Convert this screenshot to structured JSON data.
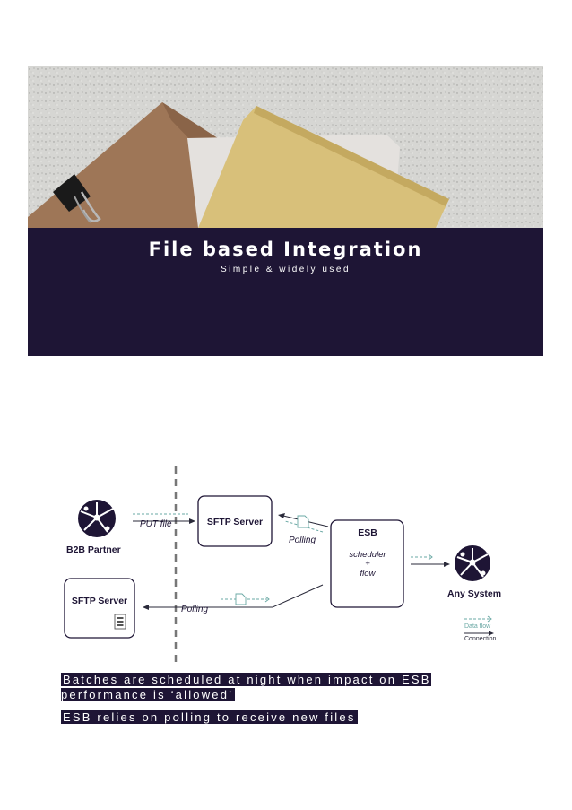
{
  "slide": {
    "title": "File based Integration",
    "subtitle": "Simple & widely used"
  },
  "diagram": {
    "b2b_partner": "B2B Partner",
    "put_file": "PUT file",
    "sftp_server_top": "SFTP Server",
    "polling_top": "Polling",
    "esb": "ESB",
    "esb_detail_1": "scheduler",
    "esb_detail_2": "+",
    "esb_detail_3": "flow",
    "any_system": "Any System",
    "sftp_server_bottom": "SFTP Server",
    "polling_bottom": "Polling",
    "legend_data_flow": "Data flow",
    "legend_connection": "Connection",
    "colors": {
      "data_flow": "#6aa8a4",
      "line": "#2a2a3a"
    }
  },
  "captions": {
    "line1": "Batches are scheduled at night when impact on ESB performance is ‘allowed’",
    "line2": "ESB relies on polling to receive new files"
  }
}
